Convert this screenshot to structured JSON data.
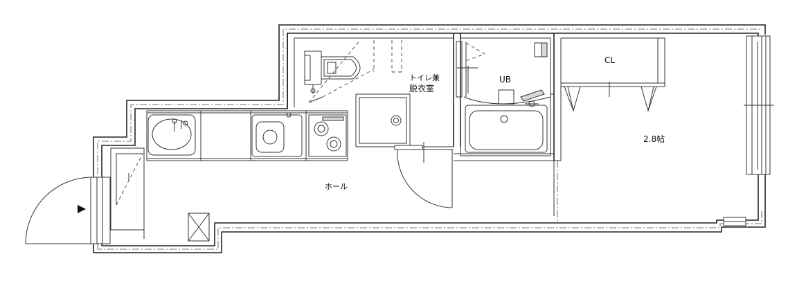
{
  "rooms": {
    "toilet_dressing_line1": "トイレ兼",
    "toilet_dressing_line2": "脱衣室",
    "unit_bath": "UB",
    "closet": "CL",
    "main_room": "2.8帖",
    "hall": "ホール"
  },
  "icons": {
    "entrance_marker": "black-triangle"
  }
}
